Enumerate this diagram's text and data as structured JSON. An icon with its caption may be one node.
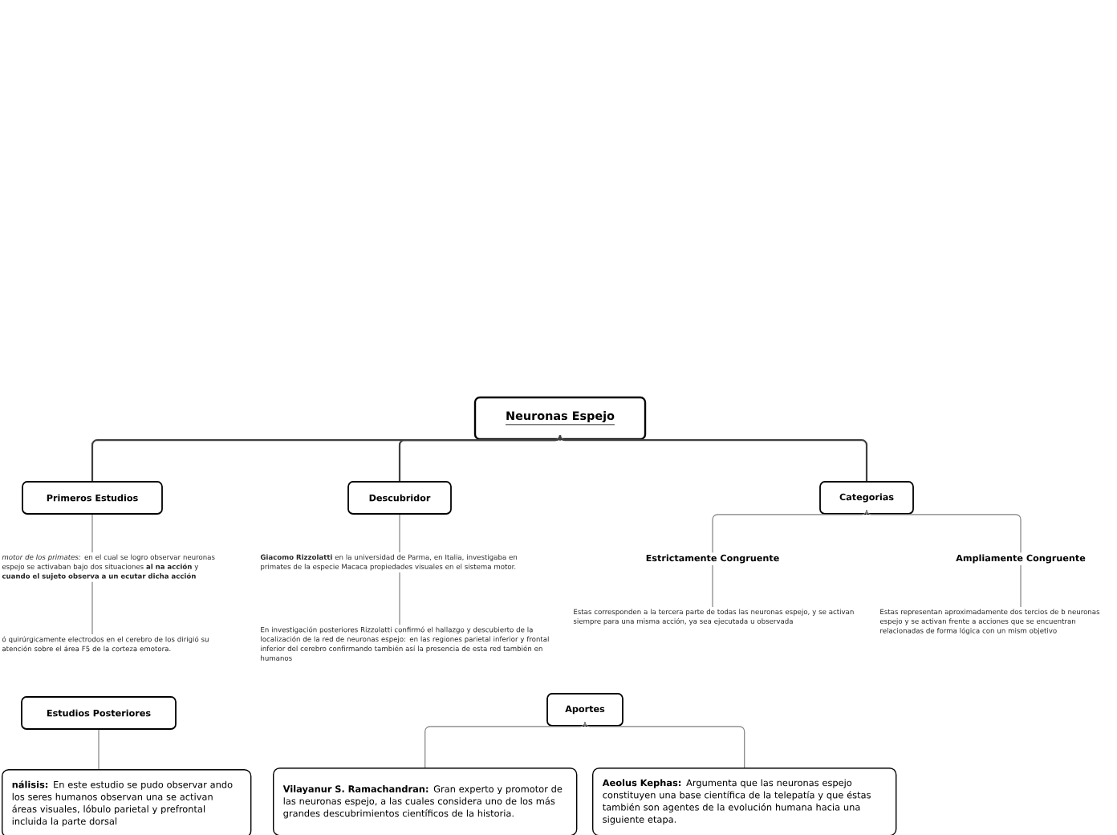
{
  "diagram": {
    "nodes": [
      {
        "text": [
          "Neuronas Espejo"
        ]
      },
      {
        "text": [
          "Primeros Estudios"
        ]
      },
      {
        "text": [
          "Descubridor"
        ]
      },
      {
        "text": [
          "Categorias"
        ]
      },
      {
        "text": [
          "*motor de los primates:* en el cual se logro observar neuronas espejo se activaban bajo dos situaciones **al na acción** y **cuando el sujeto observa a un ecutar dicha acción**"
        ]
      },
      {
        "text": [
          "ó quirúrgicamente electrodos en el cerebro de los dirigió su atención sobre el área F5 de la corteza emotora."
        ]
      },
      {
        "text": [
          "**Giacomo Rizzolatti** en la universidad de Parma, en Italia, investigaba en primates de la especie Macaca propiedades visuales en el sistema motor."
        ]
      },
      {
        "text": [
          "En investigación posteriores Rizzolatti confirmó el hallazgo y descubierto de la localización de la red de neuronas espejo: en las regiones parietal inferior y frontal inferior del cerebro confirmando también así la presencia de esta red también en humanos"
        ]
      },
      {
        "text": [
          "Estrictamente Congruente"
        ]
      },
      {
        "text": [
          "Ampliamente Congruente"
        ]
      },
      {
        "text": [
          "Estas corresponden a la tercera parte de todas las neuronas espejo, y se activan siempre para una misma acción, ya sea ejecutada u observada"
        ]
      },
      {
        "text": [
          "Estas representan aproximadamente dos tercios de b neuronas espejo y se activan frente a acciones que se encuentran relacionadas de forma lógica con un mism objetivo"
        ]
      },
      {
        "text": [
          "Estudios Posteriores"
        ]
      },
      {
        "text": [
          "**nálisis:** En este estudio se pudo observar ando los seres humanos observan una se activan áreas visuales, lóbulo parietal y prefrontal incluida la parte dorsal"
        ]
      },
      {
        "text": [
          "Aportes"
        ]
      },
      {
        "text": [
          "**Vilayanur S. Ramachandran:** Gran experto y promotor de las neuronas espejo, a las cuales considera uno de los más grandes descubrimientos científicos de la historia."
        ]
      },
      {
        "text": [
          "**Aeolus Kephas:** Argumenta que las neuronas espejo constituyen una base científica de la telepatía y que éstas también son agentes de la evolución humana hacia una siguiente etapa."
        ]
      }
    ],
    "edges": [
      {
        "from": 0,
        "to": 1,
        "arrow": "none"
      },
      {
        "from": 0,
        "to": 2,
        "arrow": "none"
      },
      {
        "from": 0,
        "to": 3,
        "arrow": "none"
      },
      {
        "from": 1,
        "to": 4,
        "arrow": "none"
      },
      {
        "from": 4,
        "to": 5,
        "arrow": "none"
      },
      {
        "from": 2,
        "to": 6,
        "arrow": "none"
      },
      {
        "from": 6,
        "to": 7,
        "arrow": "none"
      },
      {
        "from": 3,
        "to": 8,
        "arrow": "none"
      },
      {
        "from": 3,
        "to": 9,
        "arrow": "none"
      },
      {
        "from": 8,
        "to": 10,
        "arrow": "none"
      },
      {
        "from": 9,
        "to": 11,
        "arrow": "none"
      },
      {
        "from": 12,
        "to": 13,
        "arrow": "none"
      },
      {
        "from": 14,
        "to": 15,
        "arrow": "none"
      },
      {
        "from": 14,
        "to": 16,
        "arrow": "none"
      }
    ]
  }
}
